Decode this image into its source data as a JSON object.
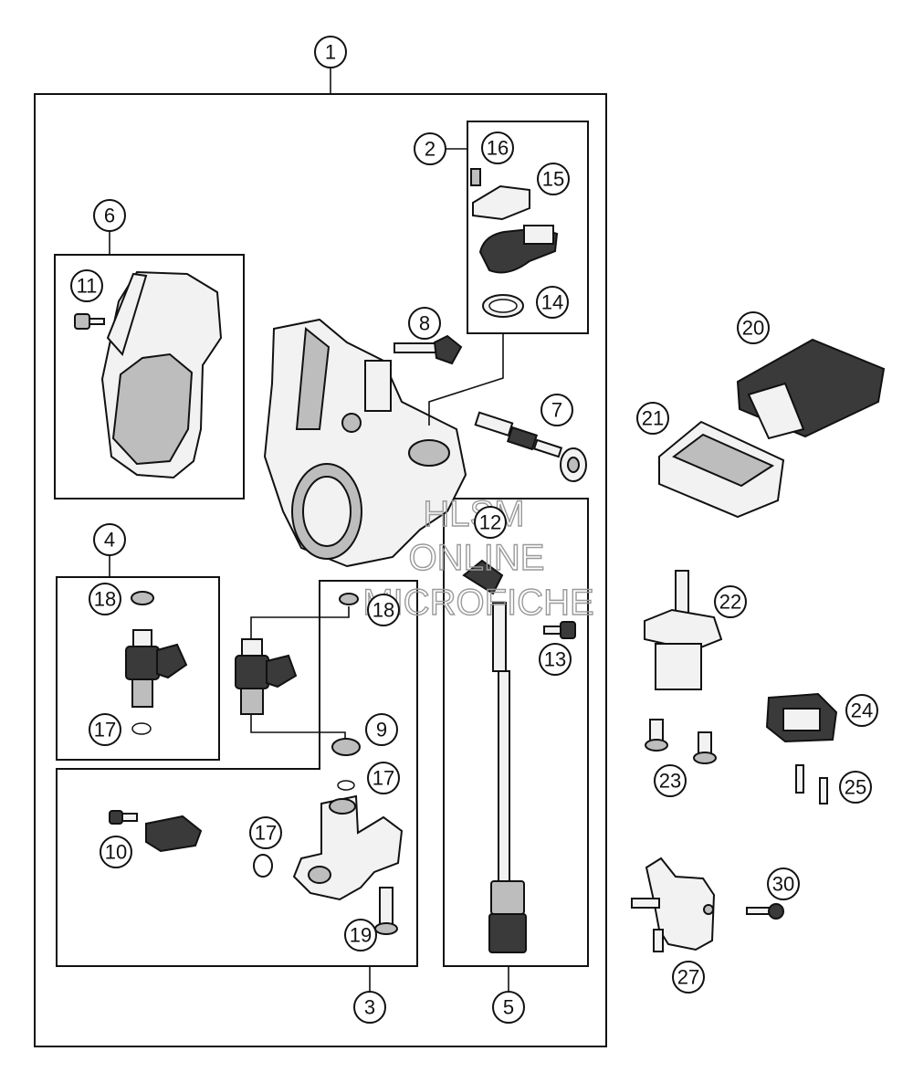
{
  "callouts": {
    "c1": "1",
    "c2": "2",
    "c3": "3",
    "c4": "4",
    "c5": "5",
    "c6": "6",
    "c7": "7",
    "c8": "8",
    "c9": "9",
    "c10": "10",
    "c11": "11",
    "c12": "12",
    "c13": "13",
    "c14": "14",
    "c15": "15",
    "c16": "16",
    "c17a": "17",
    "c17b": "17",
    "c17c": "17",
    "c18a": "18",
    "c18b": "18",
    "c19": "19",
    "c20": "20",
    "c21": "21",
    "c22": "22",
    "c23": "23",
    "c24": "24",
    "c25": "25",
    "c27": "27",
    "c30": "30"
  },
  "watermark": {
    "line1": "HLSM",
    "line2": "ONLINE",
    "line3": "MICROFICHE"
  }
}
